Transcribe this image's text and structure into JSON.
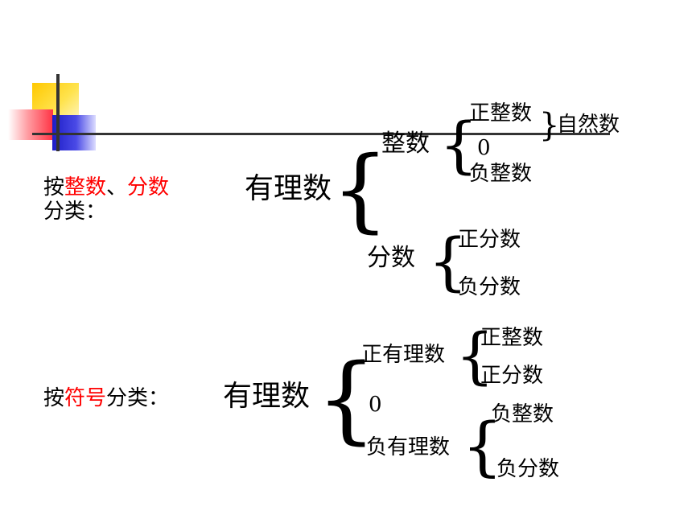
{
  "colors": {
    "text": "#000000",
    "highlight": "#ff0000",
    "deco_yellow": "#ffd700",
    "deco_red": "#ff4a5a",
    "deco_blue": "#2b2bd9",
    "rule": "#333333"
  },
  "section1": {
    "label_prefix": "按",
    "label_h1": "整数",
    "label_sep": "、",
    "label_h2": "分数",
    "label_line2": "分类：",
    "root": "有理数",
    "integer": {
      "name": "整数",
      "positive": "正整数",
      "zero": "0",
      "negative": "负整数",
      "natural": "自然数"
    },
    "fraction": {
      "name": "分数",
      "positive": "正分数",
      "negative": "负分数"
    }
  },
  "section2": {
    "label_prefix": "按",
    "label_h": "符号",
    "label_suffix": "分类：",
    "root": "有理数",
    "positive_rational": {
      "name": "正有理数",
      "item1": "正整数",
      "item2": "正分数"
    },
    "zero": "0",
    "negative_rational": {
      "name": "负有理数",
      "item1": "负整数",
      "item2": "负分数"
    }
  }
}
